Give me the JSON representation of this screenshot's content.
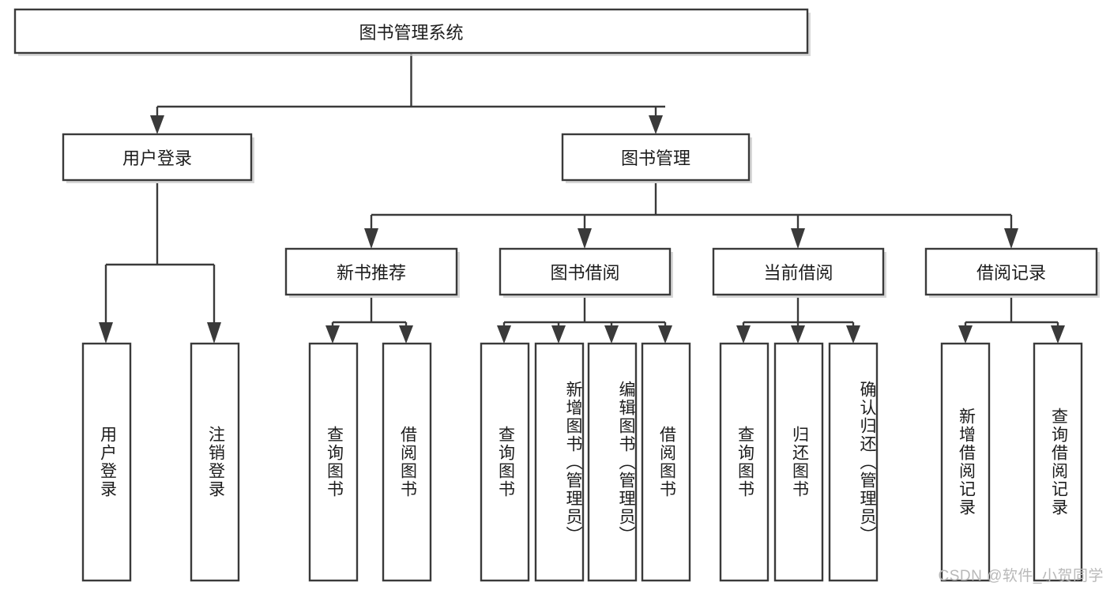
{
  "diagram": {
    "type": "tree-hierarchy-chart",
    "title": "图书管理系统",
    "orientation": "top-down",
    "colors": {
      "box_stroke": "#3a3a3a",
      "box_fill": "#ffffff",
      "connector": "#3a3a3a",
      "text": "#1c1c1c",
      "background": "#ffffff",
      "watermark": "#b9b9b9"
    }
  },
  "root": {
    "label": "图书管理系统"
  },
  "level2": [
    {
      "label": "用户登录"
    },
    {
      "label": "图书管理"
    }
  ],
  "level3": [
    {
      "label": "新书推荐"
    },
    {
      "label": "图书借阅"
    },
    {
      "label": "当前借阅"
    },
    {
      "label": "借阅记录"
    }
  ],
  "leaves": {
    "user_login": [
      {
        "label": "用户登录"
      },
      {
        "label": "注销登录"
      }
    ],
    "new_book": [
      {
        "label": "查询图书"
      },
      {
        "label": "借阅图书"
      }
    ],
    "book_borrow": [
      {
        "label": "查询图书"
      },
      {
        "label": "新增图书（管理员）"
      },
      {
        "label": "编辑图书（管理员）"
      },
      {
        "label": "借阅图书"
      }
    ],
    "current_borrow": [
      {
        "label": "查询图书"
      },
      {
        "label": "归还图书"
      },
      {
        "label": "确认归还（管理员）"
      }
    ],
    "borrow_record": [
      {
        "label": "新增借阅记录"
      },
      {
        "label": "查询借阅记录"
      }
    ]
  },
  "watermark": {
    "text": "CSDN @软件_小贺同学"
  }
}
